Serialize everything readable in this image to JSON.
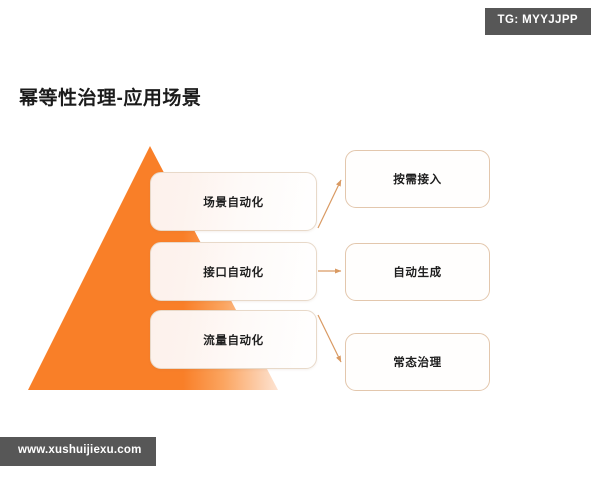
{
  "badge": {
    "text": "TG: MYYJJPP"
  },
  "watermark": {
    "text": "www.xushuijiexu.com"
  },
  "title": {
    "text": "幂等性治理-应用场景"
  },
  "colors": {
    "pyramid_orange": "#F97F28",
    "badge_gray": "#575757",
    "box_border": "#E8D9C9",
    "outcome_border": "#E3C7AD",
    "connector": "#D99A63",
    "title_text": "#1B1B1B"
  },
  "diagram": {
    "type": "pyramid-with-callouts",
    "pyramid": {
      "name": "automation-pyramid",
      "apex": [
        150,
        146
      ],
      "base_left": [
        28,
        390
      ],
      "base_right": [
        278,
        390
      ]
    },
    "stages": [
      {
        "label": "场景自动化",
        "level": 1
      },
      {
        "label": "接口自动化",
        "level": 2
      },
      {
        "label": "流量自动化",
        "level": 3
      }
    ],
    "outcomes": [
      {
        "label": "按需接入",
        "level": 1
      },
      {
        "label": "自动生成",
        "level": 2
      },
      {
        "label": "常态治理",
        "level": 3
      }
    ],
    "connectors": [
      {
        "from": "stage-box-1",
        "to": "outcome-box-1",
        "direction": "up-right"
      },
      {
        "from": "stage-box-2",
        "to": "outcome-box-2",
        "direction": "right"
      },
      {
        "from": "stage-box-3",
        "to": "outcome-box-3",
        "direction": "down-right"
      }
    ]
  }
}
